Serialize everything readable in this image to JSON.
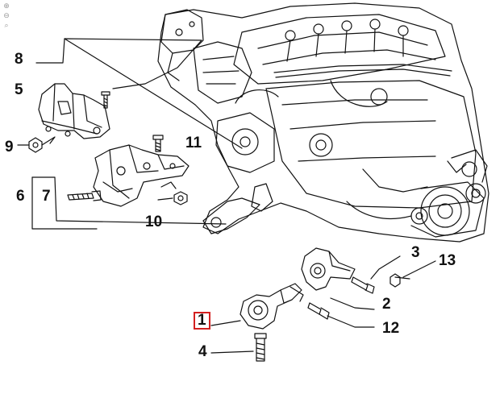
{
  "toolbar": {
    "zoom_in_icon": "magnifier-plus-icon",
    "zoom_out_icon": "magnifier-minus-icon",
    "zoom_reset_icon": "zoom-fit-icon"
  },
  "diagram": {
    "selected_callout": "1",
    "highlight_color": "#d32020",
    "callouts": [
      {
        "id": "c8",
        "label": "8"
      },
      {
        "id": "c5",
        "label": "5"
      },
      {
        "id": "c9",
        "label": "9"
      },
      {
        "id": "c6",
        "label": "6"
      },
      {
        "id": "c7",
        "label": "7"
      },
      {
        "id": "c11",
        "label": "11"
      },
      {
        "id": "c10",
        "label": "10"
      },
      {
        "id": "c3",
        "label": "3"
      },
      {
        "id": "c13",
        "label": "13"
      },
      {
        "id": "c2",
        "label": "2"
      },
      {
        "id": "c1",
        "label": "1"
      },
      {
        "id": "c12",
        "label": "12"
      },
      {
        "id": "c4",
        "label": "4"
      }
    ]
  }
}
